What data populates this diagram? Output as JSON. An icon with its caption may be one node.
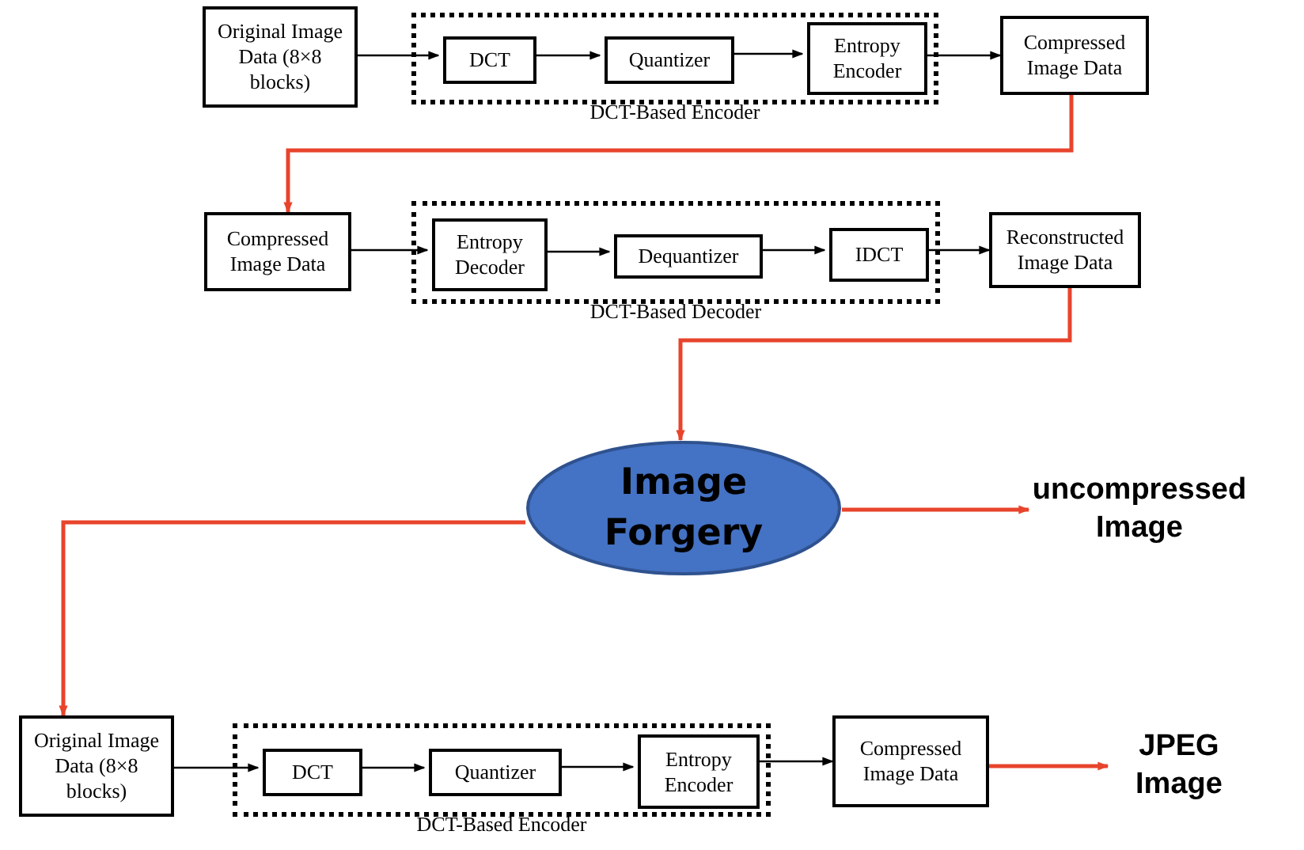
{
  "diagram": {
    "nodes": [
      {
        "text": [
          "Original Image Data (8×8 blocks)"
        ]
      },
      {
        "text": [
          "DCT-Based Encoder"
        ]
      },
      {
        "text": [
          "DCT"
        ],
        "in": 1
      },
      {
        "text": [
          "Quantizer"
        ],
        "in": 1
      },
      {
        "text": [
          "Entropy Encoder"
        ],
        "in": 1
      },
      {
        "text": [
          "Compressed Image Data"
        ]
      },
      {
        "text": [
          "Compressed Image Data"
        ]
      },
      {
        "text": [
          "DCT-Based Decoder"
        ]
      },
      {
        "text": [
          "Entropy Decoder"
        ],
        "in": 7
      },
      {
        "text": [
          "Dequantizer"
        ],
        "in": 7
      },
      {
        "text": [
          "IDCT"
        ],
        "in": 7
      },
      {
        "text": [
          "Reconstructed Image Data"
        ]
      },
      {
        "text": [
          "Image Forgery"
        ]
      },
      {
        "text": [
          "uncompressed Image"
        ]
      },
      {
        "text": [
          "Original Image Data (8×8 blocks)"
        ]
      },
      {
        "text": [
          "DCT-Based Encoder"
        ]
      },
      {
        "text": [
          "DCT"
        ],
        "in": 15
      },
      {
        "text": [
          "Quantizer"
        ],
        "in": 15
      },
      {
        "text": [
          "Entropy Encoder"
        ],
        "in": 15
      },
      {
        "text": [
          "Compressed Image Data"
        ]
      },
      {
        "text": [
          "JPEG Image"
        ]
      }
    ],
    "edges": [
      {
        "from": 0,
        "to": 2,
        "arrow": "to"
      },
      {
        "from": 2,
        "to": 3,
        "arrow": "to"
      },
      {
        "from": 3,
        "to": 4,
        "arrow": "to"
      },
      {
        "from": 4,
        "to": 5,
        "arrow": "to"
      },
      {
        "from": 5,
        "to": 6,
        "arrow": "to",
        "color": "#e8442c"
      },
      {
        "from": 6,
        "to": 8,
        "arrow": "to"
      },
      {
        "from": 8,
        "to": 9,
        "arrow": "to"
      },
      {
        "from": 9,
        "to": 10,
        "arrow": "to"
      },
      {
        "from": 10,
        "to": 11,
        "arrow": "to"
      },
      {
        "from": 11,
        "to": 12,
        "arrow": "to",
        "color": "#e8442c"
      },
      {
        "from": 12,
        "to": 13,
        "arrow": "to",
        "color": "#e8442c"
      },
      {
        "from": 12,
        "to": 14,
        "arrow": "to",
        "color": "#e8442c"
      },
      {
        "from": 14,
        "to": 16,
        "arrow": "to"
      },
      {
        "from": 16,
        "to": 17,
        "arrow": "to"
      },
      {
        "from": 17,
        "to": 18,
        "arrow": "to"
      },
      {
        "from": 18,
        "to": 19,
        "arrow": "to"
      },
      {
        "from": 19,
        "to": 20,
        "arrow": "to",
        "color": "#e8442c"
      }
    ]
  }
}
